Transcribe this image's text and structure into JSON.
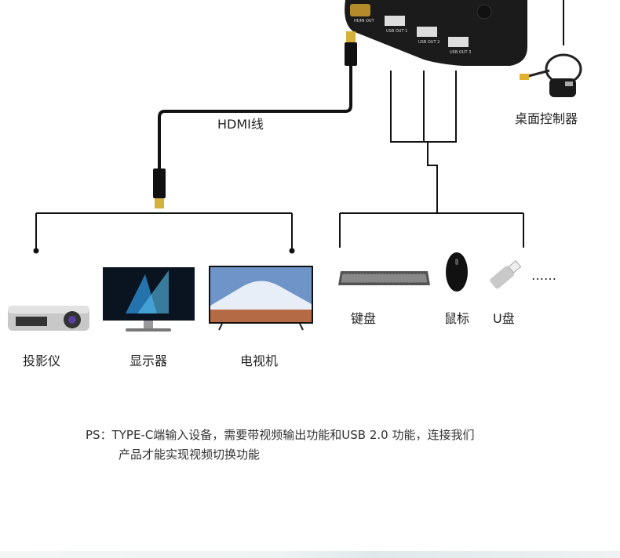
{
  "device": {
    "ports": [
      "HDMI OUT",
      "USB OUT 1",
      "USB OUT 2",
      "USB OUT 3"
    ]
  },
  "labels": {
    "cable": "HDMI线",
    "controller": "桌面控制器",
    "projector": "投影仪",
    "monitor": "显示器",
    "tv": "电视机",
    "keyboard": "键盘",
    "mouse": "鼠标",
    "udisk": "U盘",
    "ellipsis": "……"
  },
  "note": {
    "line1": "PS：TYPE-C端输入设备，需要带视频输出功能和USB 2.0 功能，连接我们",
    "line2": "产品才能实现视频切换功能"
  }
}
